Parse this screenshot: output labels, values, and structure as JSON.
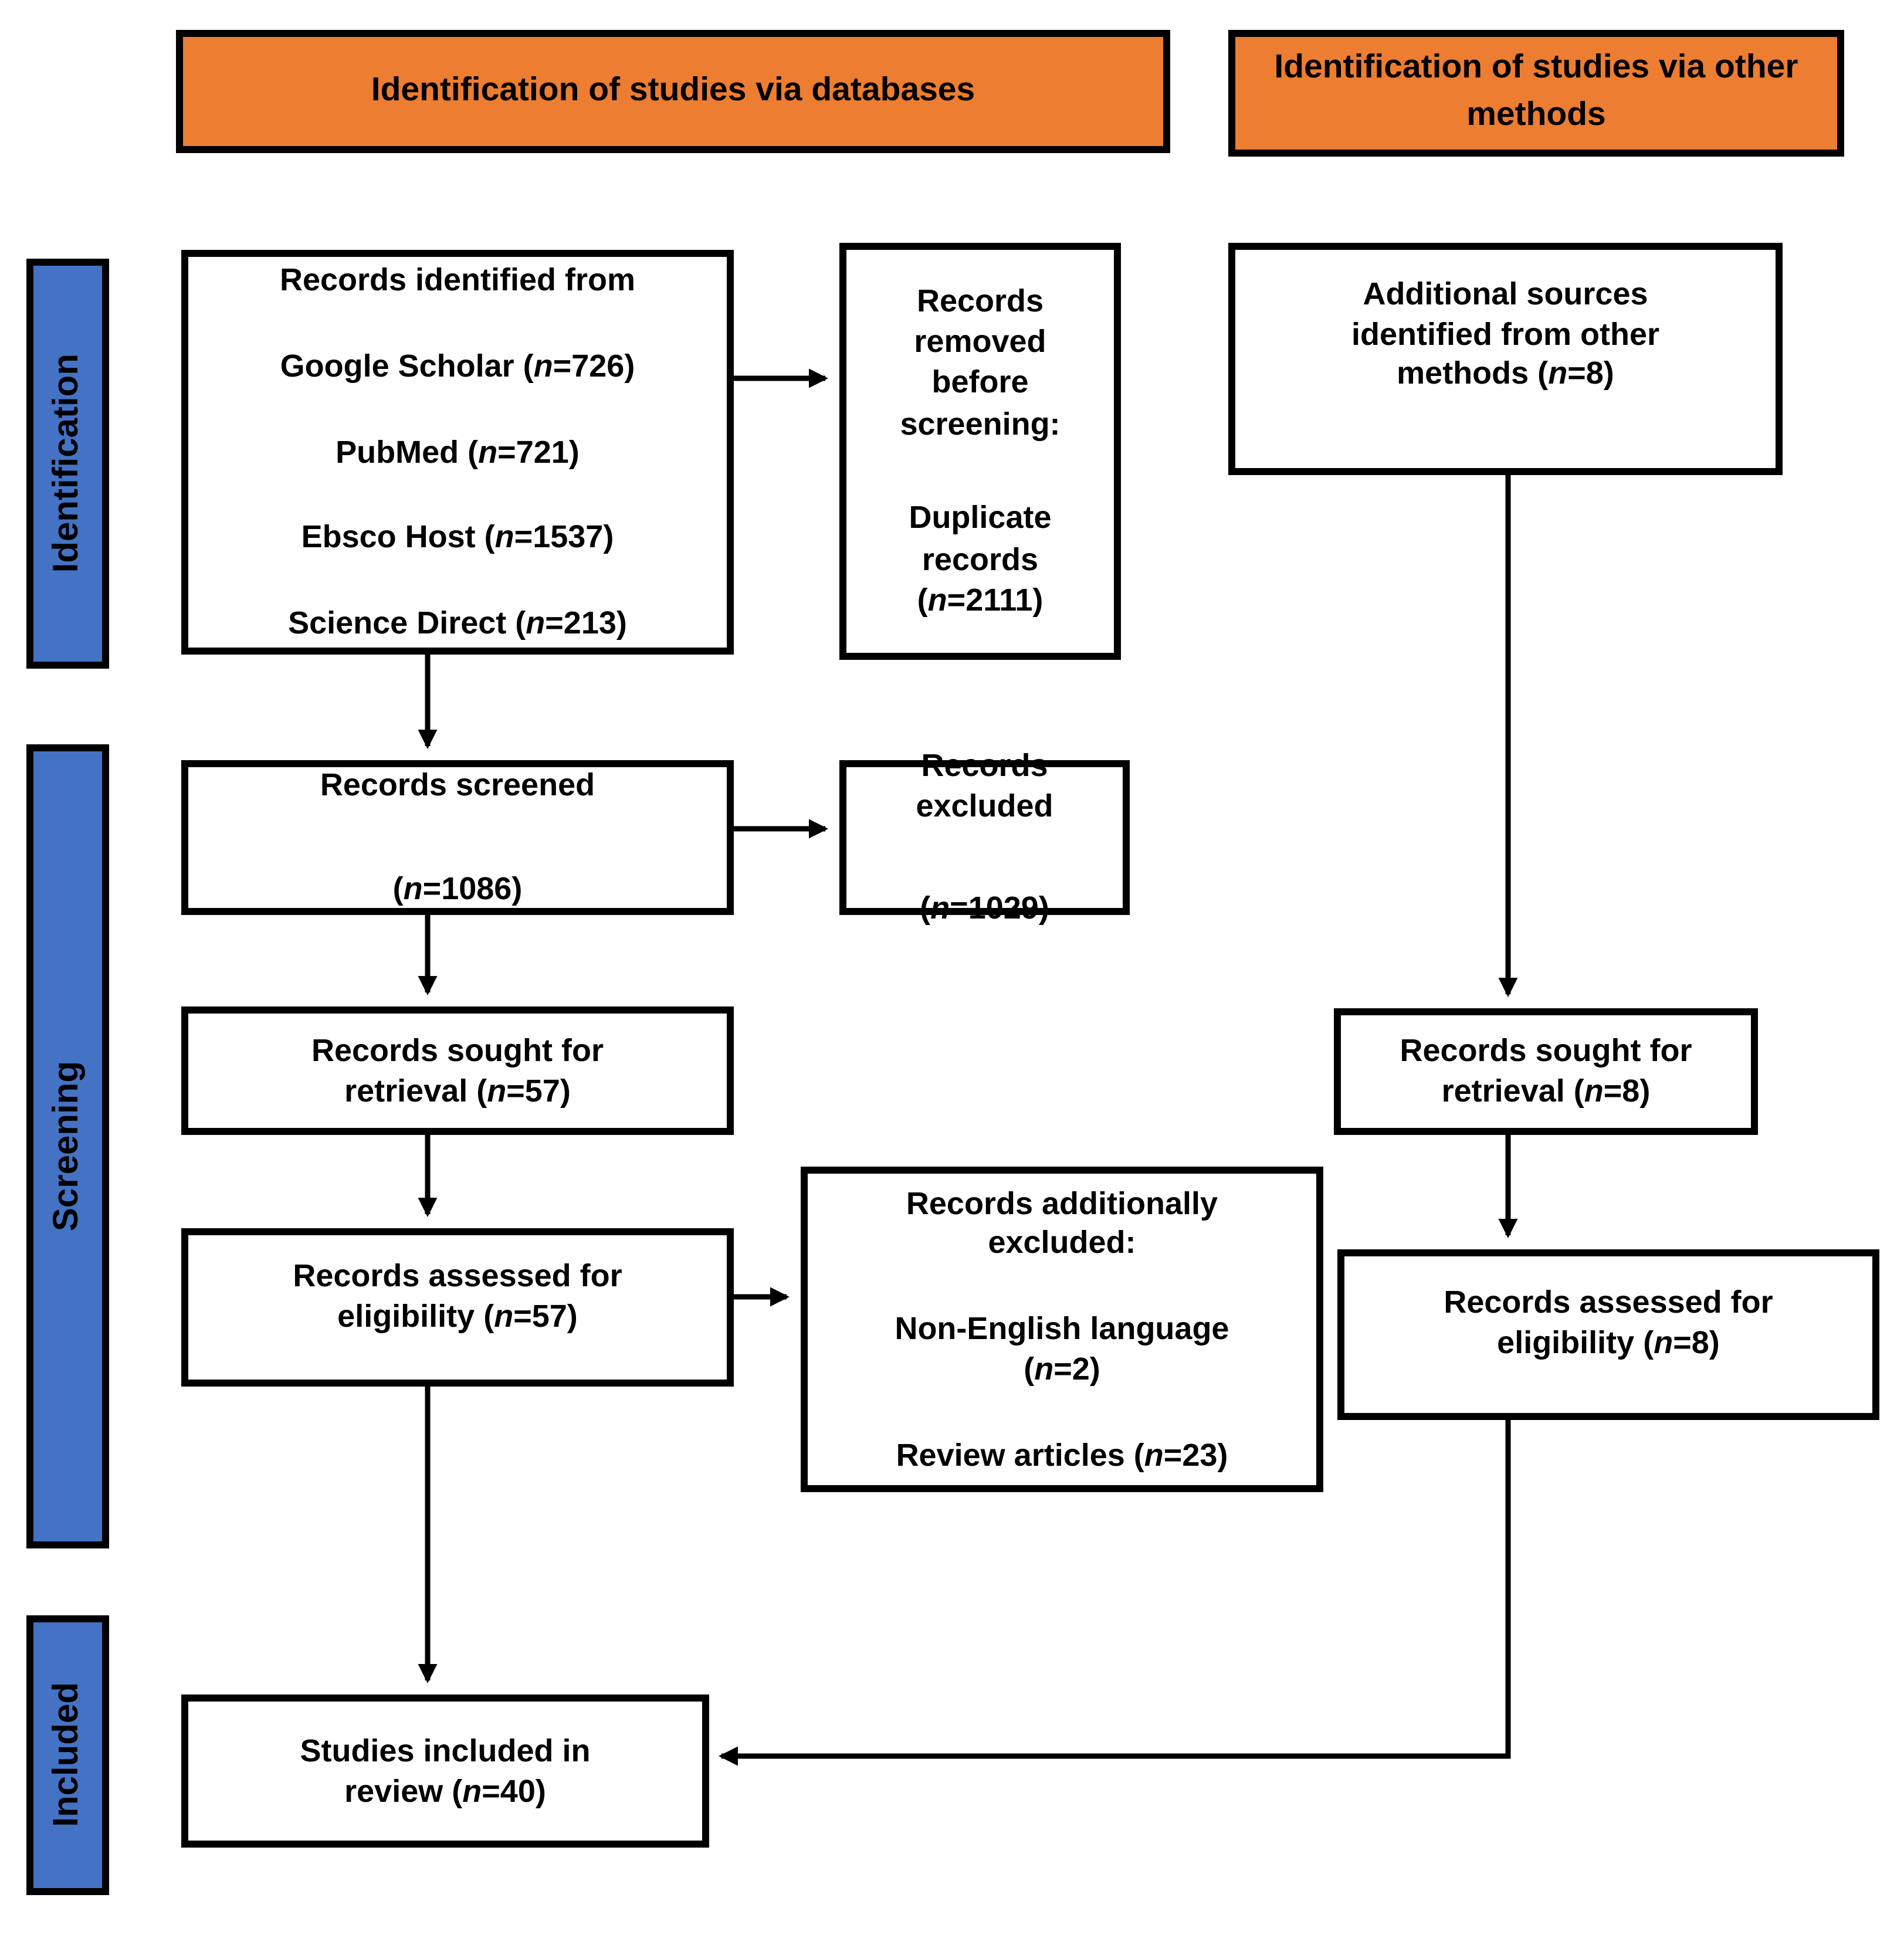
{
  "headers": {
    "databases": "Identification of studies via databases",
    "other_methods": "Identification of studies via other methods"
  },
  "sidebar": {
    "identification": "Identification",
    "screening": "Screening",
    "included": "Included"
  },
  "boxes": {
    "identified": {
      "lines": [
        "Records identified from",
        "Google Scholar (n=726)",
        "PubMed (n=721)",
        "Ebsco Host (n=1537)",
        "Science Direct (n=213)"
      ]
    },
    "removed": {
      "lines": [
        "Records removed before screening:",
        "Duplicate records (n=2111)"
      ]
    },
    "additional": {
      "lines": [
        "Additional sources identified from other methods (n=8)"
      ]
    },
    "screened": {
      "lines": [
        "Records screened",
        "(n=1086)"
      ]
    },
    "excluded": {
      "lines": [
        "Records excluded",
        "(n=1029)"
      ]
    },
    "sought": {
      "lines": [
        "Records sought for retrieval (n=57)"
      ]
    },
    "sought_other": {
      "lines": [
        "Records sought for retrieval (n=8)"
      ]
    },
    "assessed": {
      "lines": [
        "Records assessed for eligibility (n=57)"
      ]
    },
    "additionally_excluded": {
      "lines": [
        "Records additionally excluded:",
        "Non-English language (n=2)",
        "Review articles (n=23)"
      ]
    },
    "assessed_other": {
      "lines": [
        "Records assessed for eligibility (n=8)"
      ]
    },
    "included": {
      "lines": [
        "Studies included in review (n=40)"
      ]
    }
  },
  "colors": {
    "header_bg": "#ED7D31",
    "sidebar_bg": "#4472C4",
    "box_bg": "#FFFFFF",
    "box_border": "#000000",
    "arrow": "#000000"
  }
}
